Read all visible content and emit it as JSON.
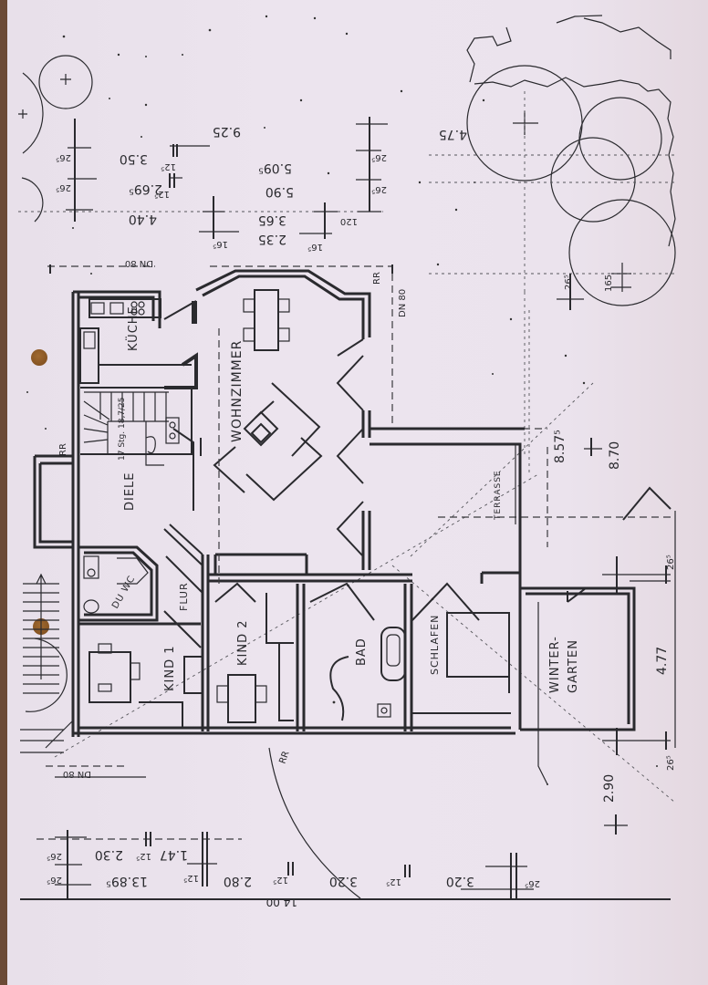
{
  "document": {
    "type": "hand-drawn floor plan (Erdgeschoss), scanned, rotated",
    "paper_color": "#ebe3ed",
    "ink_color": "#2a2a2e",
    "binder_hole_color": "#8a5a28"
  },
  "rooms": {
    "kueche": "KÜCHE",
    "wohnzimmer": "WOHNZIMMER",
    "diele": "DIELE",
    "wc": "DU WC",
    "flur": "FLUR",
    "kind1": "KIND 1",
    "kind2": "KIND 2",
    "bad": "BAD",
    "schlafen": "SCHLAFEN",
    "wintergarten_line1": "WINTER-",
    "wintergarten_line2": "GARTEN",
    "terrasse": "TERRASSE"
  },
  "annotations": {
    "stair": "17 Stg. 18,7/25",
    "dn80_top": "DN 80",
    "dn80_right": "DN 80",
    "dn80_bottom": "DN 80",
    "rr_top": "RR",
    "rr_left": "RR",
    "rr_bottom": "RR"
  },
  "dimensions": {
    "top": {
      "d925": "9.25",
      "d350": "3.50",
      "d2695": "2.69⁵",
      "d5095": "5.09⁵",
      "d590": "5.90",
      "d440": "4.40",
      "d365": "3.65",
      "d235": "2.35",
      "d475": "4.75",
      "s265a": "26⁵",
      "s265b": "26⁵",
      "s125a": "12⁵",
      "s125b": "12⁵",
      "s165a": "16⁵",
      "s165b": "16⁵",
      "s120": "120",
      "s265c": "26⁵",
      "s265d": "26⁵"
    },
    "right": {
      "d8575": "8.57⁵",
      "d870": "8.70",
      "d477": "4.77",
      "d290": "2.90",
      "s265e": "26⁵",
      "s265f": "26⁵",
      "s265g": "26⁵",
      "s165c": "165"
    },
    "bottom": {
      "d1400": "14.00",
      "d13895": "13.89⁵",
      "d280": "2.80",
      "d320a": "3.20",
      "d320b": "3.20",
      "d147": "1.47",
      "d230": "2.30",
      "s265h": "26⁵",
      "s265i": "26⁵",
      "s265j": "26⁵",
      "s125c": "12⁵",
      "s125d": "12⁵",
      "s125e": "12⁵",
      "s125f": "12⁵"
    }
  }
}
